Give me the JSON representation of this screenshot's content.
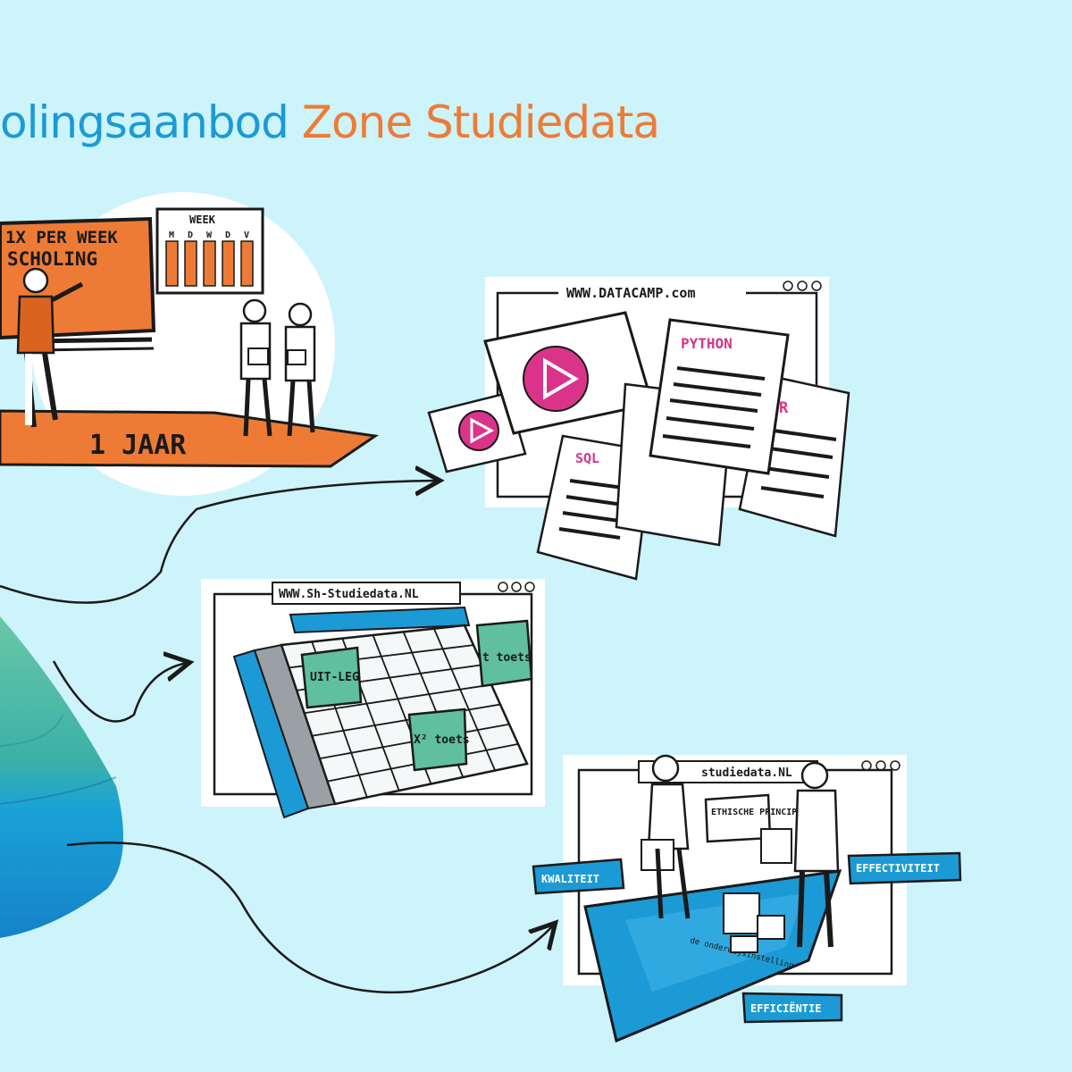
{
  "title": {
    "part1": "olingsaanbod",
    "part2": "Zone Studiedata"
  },
  "colors": {
    "background": "#cdf3fb",
    "blue": "#1b9ad6",
    "orange": "#ee7b35",
    "pink": "#d9348a",
    "green": "#5fbf9f"
  },
  "training_scene": {
    "board_line1": "1X PER WEEK",
    "board_line2": "SCHOLING",
    "calendar_header": "WEEK",
    "calendar_days": [
      "M",
      "D",
      "W",
      "D",
      "V"
    ],
    "duration": "1 JAAR"
  },
  "datacamp_window": {
    "url": "WWW.DATACAMP.com",
    "cards": [
      "PYTHON",
      "SQL",
      "R"
    ]
  },
  "studiedata_window": {
    "url": "WWW.Sh-Studiedata.NL",
    "notes": [
      "UIT-LEG",
      "t toets",
      "X² toets"
    ]
  },
  "ethics_window": {
    "url": "studiedata.NL",
    "sign": "ETHISCHE PRINCIPES",
    "labels": [
      "KWALITEIT",
      "EFFECTIVITEIT",
      "EFFICIËNTIE"
    ],
    "base_text": "de onderwijsinstelling"
  }
}
